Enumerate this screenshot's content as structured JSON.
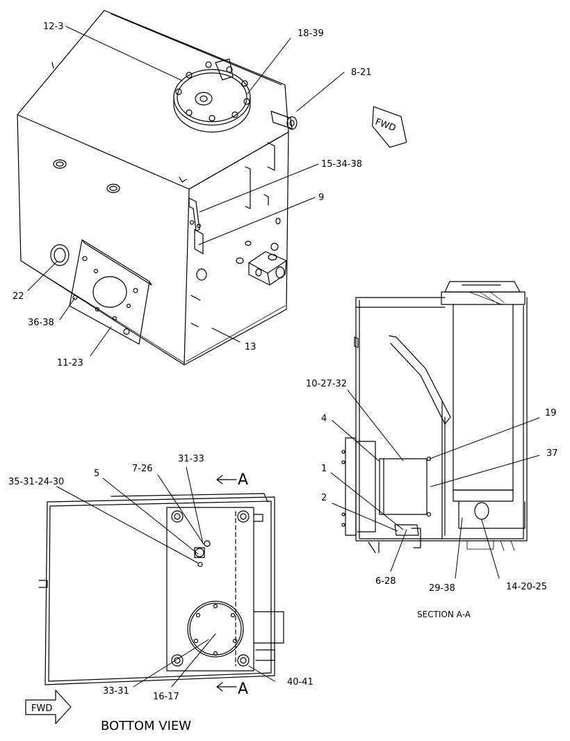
{
  "callouts": {
    "c_12_3": "12-3",
    "c_18_39": "18-39",
    "c_8_21": "8-21",
    "c_15_34_38": "15-34-38",
    "c_9": "9",
    "c_22": "22",
    "c_36_38": "36-38",
    "c_11_23": "11-23",
    "c_13": "13",
    "c_10_27_32": "10-27-32",
    "c_19": "19",
    "c_4": "4",
    "c_37": "37",
    "c_1": "1",
    "c_2": "2",
    "c_6_28": "6-28",
    "c_29_38": "29-38",
    "c_14_20_25": "14-20-25",
    "c_35_31_24_30": "35-31-24-30",
    "c_5": "5",
    "c_7_26": "7-26",
    "c_31_33": "31-33",
    "c_33_31": "33-31",
    "c_16_17": "16-17",
    "c_40_41": "40-41"
  },
  "fwd_top": "FWD",
  "fwd_bottom": "FWD",
  "section_a_top": "A",
  "section_a_bottom": "A",
  "section_caption": "SECTION A-A",
  "bottom_caption": "BOTTOM VIEW",
  "colors": {
    "line": "#000000",
    "background": "#ffffff"
  }
}
